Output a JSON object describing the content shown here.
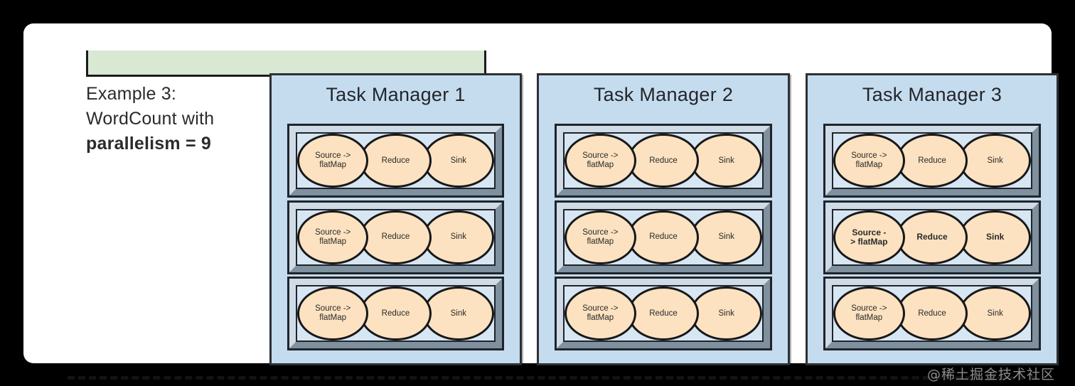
{
  "slide": {
    "caption_line1": "Example 3:",
    "caption_line2": "WordCount with",
    "caption_line3": "parallelism = 9",
    "green_banner_label": "",
    "watermark": "@稀土掘金技术社区"
  },
  "colors": {
    "page_background": "#ffffff",
    "outside_background": "#000000",
    "green_banner": "#d8e8d3",
    "task_manager_fill": "#c5dcef",
    "slot_panel_fill": "#d6e6f3",
    "slot_bevel_light": "#cfdbe6",
    "slot_bevel_dark": "#7f909f",
    "ellipse_fill": "#fce2c0",
    "outline": "#20242a",
    "watermark_text": "#8d8d8d"
  },
  "task_managers": [
    {
      "title": "Task Manager 1",
      "slots": [
        {
          "highlight": false,
          "operators": [
            {
              "label": "Source -> flatMap",
              "lines": [
                "Source ->",
                "flatMap"
              ]
            },
            {
              "label": "Reduce",
              "lines": [
                "Reduce"
              ]
            },
            {
              "label": "Sink",
              "lines": [
                "Sink"
              ]
            }
          ]
        },
        {
          "highlight": false,
          "operators": [
            {
              "label": "Source -> flatMap",
              "lines": [
                "Source ->",
                "flatMap"
              ]
            },
            {
              "label": "Reduce",
              "lines": [
                "Reduce"
              ]
            },
            {
              "label": "Sink",
              "lines": [
                "Sink"
              ]
            }
          ]
        },
        {
          "highlight": false,
          "operators": [
            {
              "label": "Source -> flatMap",
              "lines": [
                "Source ->",
                "flatMap"
              ]
            },
            {
              "label": "Reduce",
              "lines": [
                "Reduce"
              ]
            },
            {
              "label": "Sink",
              "lines": [
                "Sink"
              ]
            }
          ]
        }
      ]
    },
    {
      "title": "Task Manager 2",
      "slots": [
        {
          "highlight": false,
          "operators": [
            {
              "label": "Source -> flatMap",
              "lines": [
                "Source ->",
                "flatMap"
              ]
            },
            {
              "label": "Reduce",
              "lines": [
                "Reduce"
              ]
            },
            {
              "label": "Sink",
              "lines": [
                "Sink"
              ]
            }
          ]
        },
        {
          "highlight": false,
          "operators": [
            {
              "label": "Source -> flatMap",
              "lines": [
                "Source ->",
                "flatMap"
              ]
            },
            {
              "label": "Reduce",
              "lines": [
                "Reduce"
              ]
            },
            {
              "label": "Sink",
              "lines": [
                "Sink"
              ]
            }
          ]
        },
        {
          "highlight": false,
          "operators": [
            {
              "label": "Source -> flatMap",
              "lines": [
                "Source ->",
                "flatMap"
              ]
            },
            {
              "label": "Reduce",
              "lines": [
                "Reduce"
              ]
            },
            {
              "label": "Sink",
              "lines": [
                "Sink"
              ]
            }
          ]
        }
      ]
    },
    {
      "title": "Task Manager 3",
      "slots": [
        {
          "highlight": false,
          "operators": [
            {
              "label": "Source -> flatMap",
              "lines": [
                "Source ->",
                "flatMap"
              ]
            },
            {
              "label": "Reduce",
              "lines": [
                "Reduce"
              ]
            },
            {
              "label": "Sink",
              "lines": [
                "Sink"
              ]
            }
          ]
        },
        {
          "highlight": true,
          "operators": [
            {
              "label": "Source -> flatMap",
              "lines": [
                "Source -",
                "> flatMap"
              ]
            },
            {
              "label": "Reduce",
              "lines": [
                "Reduce"
              ]
            },
            {
              "label": "Sink",
              "lines": [
                "Sink"
              ]
            }
          ]
        },
        {
          "highlight": false,
          "operators": [
            {
              "label": "Source -> flatMap",
              "lines": [
                "Source ->",
                "flatMap"
              ]
            },
            {
              "label": "Reduce",
              "lines": [
                "Reduce"
              ]
            },
            {
              "label": "Sink",
              "lines": [
                "Sink"
              ]
            }
          ]
        }
      ]
    }
  ]
}
